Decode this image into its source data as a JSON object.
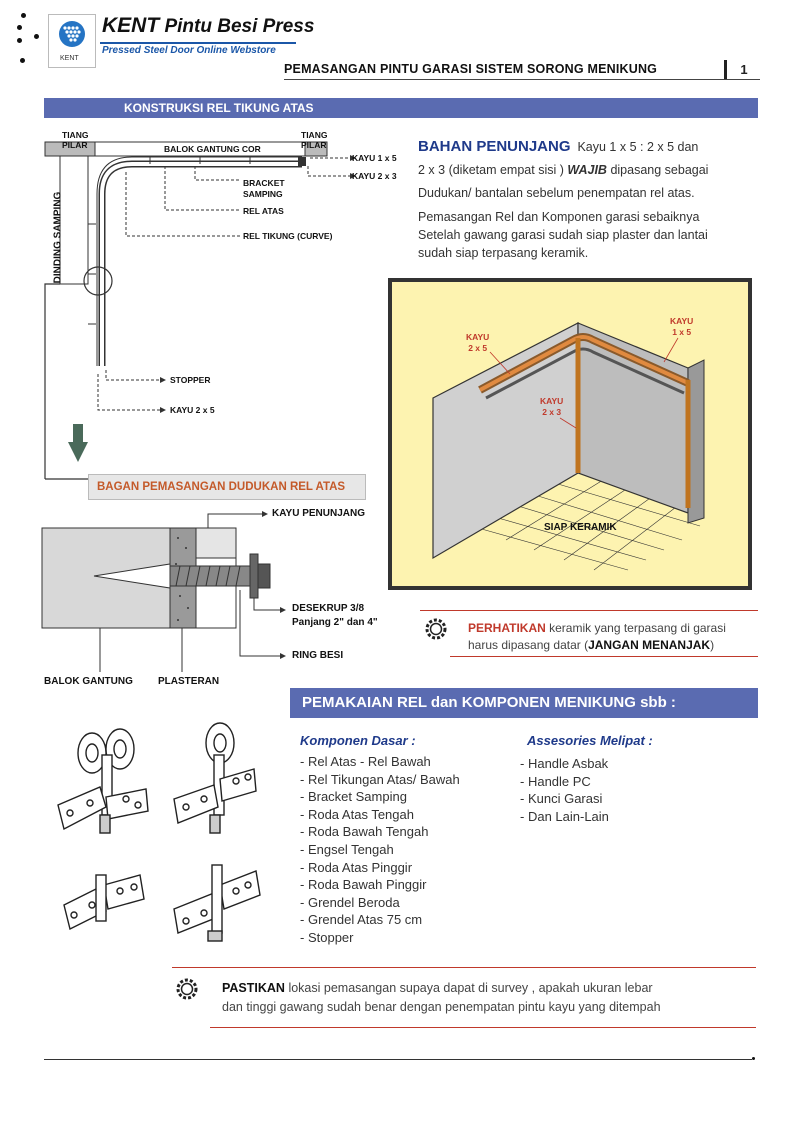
{
  "brand": {
    "title_bold": "KENT",
    "title_rest": "Pintu Besi Press",
    "subtitle": "Pressed Steel Door Online Webstore",
    "logo_text": "KENT"
  },
  "header": {
    "title": "PEMASANGAN PINTU GARASI SISTEM SORONG MENIKUNG",
    "page_number": "1"
  },
  "section1": {
    "title": "KONSTRUKSI REL TIKUNG ATAS"
  },
  "diagram_top": {
    "tiang_left": [
      "TIANG",
      "PILAR"
    ],
    "tiang_right": [
      "TIANG",
      "PILAR"
    ],
    "balok": "BALOK GANTUNG COR",
    "kayu15": "KAYU 1 x 5",
    "kayu23": "KAYU 2 x 3",
    "bracket": [
      "BRACKET",
      "SAMPING"
    ],
    "rel_atas": "REL ATAS",
    "rel_tikung": "REL TIKUNG (CURVE)",
    "dinding": "DINDING SAMPING",
    "stopper": "STOPPER",
    "kayu25": "KAYU 2 x 5"
  },
  "bahan": {
    "heading": "BAHAN PENUNJANG",
    "text1": "Kayu 1 x 5 :  2 x 5  dan",
    "text2a": "2 x 3 (diketam empat sisi )",
    "wajib": "WAJIB",
    "text2b": "dipasang sebagai",
    "text3": "Dudukan/ bantalan sebelum penempatan rel atas.",
    "p_initial": "P",
    "p_rest": "emasangan Rel dan Komponen garasi sebaiknya",
    "p_line2": "Setelah gawang garasi sudah siap plaster dan lantai",
    "p_line3": "sudah siap terpasang keramik."
  },
  "illustration": {
    "kayu25": [
      "KAYU",
      "2 x 5"
    ],
    "kayu15": [
      "KAYU",
      "1 x 5"
    ],
    "kayu23": [
      "KAYU",
      "2 x 3"
    ],
    "keramik": "SIAP KERAMIK",
    "bg": "#fdf3b0"
  },
  "bagan": {
    "title": "BAGAN PEMASANGAN DUDUKAN REL ATAS",
    "kayu_penunjang": "KAYU PENUNJANG",
    "desekrup1": "DESEKRUP 3/8",
    "desekrup2": "Panjang 2\" dan 4\"",
    "ring": "RING BESI",
    "balok": "BALOK GANTUNG",
    "plasteran": "PLASTERAN"
  },
  "perhatikan": {
    "label": "PERHATIKAN",
    "text1": "keramik yang terpasang di garasi",
    "text2": "harus dipasang datar (",
    "jangan": "JANGAN MENANJAK",
    "text3": ")"
  },
  "pemakaian": {
    "title": "PEMAKAIAN REL dan KOMPONEN MENIKUNG sbb :"
  },
  "komponen": {
    "heading": "Komponen Dasar :",
    "items": [
      "Rel Atas - Rel Bawah",
      "Rel Tikungan Atas/ Bawah",
      "Bracket Samping",
      "Roda Atas Tengah",
      "Roda Bawah Tengah",
      "Engsel Tengah",
      "Roda Atas Pinggir",
      "Roda Bawah Pinggir",
      "Grendel Beroda",
      "Grendel Atas 75 cm",
      "Stopper"
    ]
  },
  "assesories": {
    "heading": "Assesories Melipat :",
    "items": [
      "Handle Asbak",
      "Handle PC",
      "Kunci Garasi",
      "Dan Lain-Lain"
    ]
  },
  "pastikan": {
    "label": "PASTIKAN",
    "text1": "lokasi pemasangan supaya dapat di survey , apakah ukuran lebar",
    "text2": "dan tinggi gawang sudah benar dengan penempatan pintu kayu yang ditempah"
  },
  "colors": {
    "accent_blue": "#5a6bb1",
    "heading_blue": "#1f3a8a",
    "warning_red": "#c0392b"
  }
}
